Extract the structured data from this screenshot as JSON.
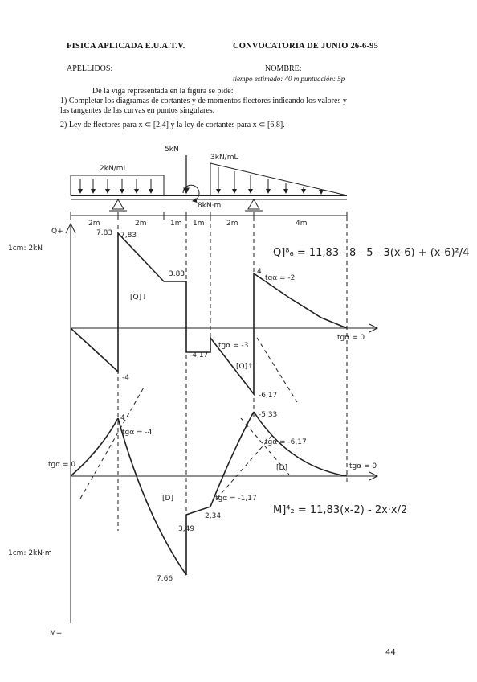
{
  "header": {
    "course": "FISICA APLICADA E.U.A.T.V.",
    "exam": "CONVOCATORIA DE JUNIO 26-6-95",
    "surnames_label": "APELLIDOS:",
    "name_label": "NOMBRE:",
    "time_points": "tiempo estimado: 40 m   puntuación: 5p"
  },
  "statement": {
    "intro": "De la viga representada en la figura se pide:",
    "item1_line1": "1) Completar los diagramas de cortantes y de momentos flectores indicando los valores y",
    "item1_line2": "las tangentes de las curvas en puntos singulares.",
    "item2": "2) Ley de flectores para x ⊂ [2,4] y la ley de cortantes para x ⊂ [6,8]."
  },
  "beam": {
    "point_load": "5kN",
    "dist_load_left": "2kN/mL",
    "dist_load_right": "3kN/mL",
    "moment": "8kN·m",
    "spans": [
      "2m",
      "2m",
      "1m",
      "1m",
      "2m",
      "4m"
    ]
  },
  "shear_diagram": {
    "axis_label": "Q+",
    "scale": "1cm: 2kN",
    "values": [
      "7.83",
      "7,83",
      "3.83",
      "-4",
      "-4,17",
      "-6,17",
      "4"
    ],
    "tangent_notes": [
      "tgα = -3",
      "tgα = -2",
      "tgα = 0"
    ],
    "region_labels": [
      "[Q]↓",
      "[Q]↑"
    ],
    "equation": "Q]⁸₆ = 11,83 - 8 - 5 - 3(x-6) + (x-6)²/4"
  },
  "moment_diagram": {
    "axis_label": "M+",
    "scale": "1cm: 2kN·m",
    "values": [
      "4",
      "2,34",
      "3,49",
      "7.66",
      "-5,33"
    ],
    "tangent_notes": [
      "tgα = 0",
      "tgα = -4",
      "tgα = -1,17",
      "tgα = -6,17",
      "tgα = 0"
    ],
    "region_labels": [
      "[D]",
      "[D]"
    ],
    "equation": "M]⁴₂ = 11,83(x-2) - 2x·x/2"
  },
  "page_number": "44"
}
